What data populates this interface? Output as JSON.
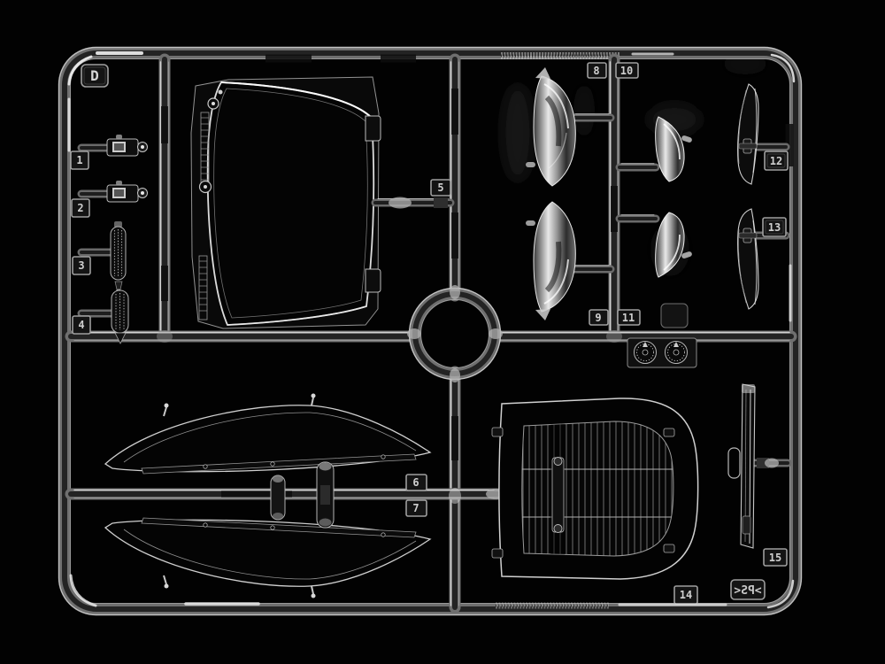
{
  "sprue": {
    "gate_letter": "D",
    "material_mark": ">PS<",
    "material_mark_mirrored": true,
    "part_numbers": [
      "1",
      "2",
      "3",
      "4",
      "5",
      "6",
      "7",
      "8",
      "9",
      "10",
      "11",
      "12",
      "13",
      "14",
      "15"
    ]
  },
  "colors": {
    "background": "#000000",
    "plastic_highlight": "#e8e8e8",
    "plastic_midtone": "#7a7a7a",
    "plastic_shadow": "#141414"
  }
}
